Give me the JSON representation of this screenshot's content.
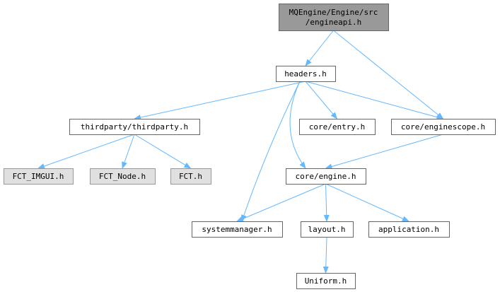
{
  "diagram": {
    "type": "include-dependency-graph",
    "colors": {
      "edge": "#63b8ff",
      "node_border": "#666666",
      "node_fill": "#ffffff",
      "root_fill": "#999999",
      "root_border": "#666666",
      "external_fill": "#e0e0e0",
      "external_border": "#999999"
    },
    "nodes": [
      {
        "id": "engineapi",
        "lines": [
          "MQEngine/Engine/src",
          "/engineapi.h"
        ],
        "style": "root"
      },
      {
        "id": "headers",
        "lines": [
          "headers.h"
        ],
        "style": "normal"
      },
      {
        "id": "thirdparty",
        "lines": [
          "thirdparty/thirdparty.h"
        ],
        "style": "normal"
      },
      {
        "id": "entry",
        "lines": [
          "core/entry.h"
        ],
        "style": "normal"
      },
      {
        "id": "enginescope",
        "lines": [
          "core/enginescope.h"
        ],
        "style": "normal"
      },
      {
        "id": "fct_imgui",
        "lines": [
          "FCT_IMGUI.h"
        ],
        "style": "external"
      },
      {
        "id": "fct_node",
        "lines": [
          "FCT_Node.h"
        ],
        "style": "external"
      },
      {
        "id": "fct",
        "lines": [
          "FCT.h"
        ],
        "style": "external"
      },
      {
        "id": "engine",
        "lines": [
          "core/engine.h"
        ],
        "style": "normal"
      },
      {
        "id": "systemmanager",
        "lines": [
          "systemmanager.h"
        ],
        "style": "normal"
      },
      {
        "id": "layout",
        "lines": [
          "layout.h"
        ],
        "style": "normal"
      },
      {
        "id": "application",
        "lines": [
          "application.h"
        ],
        "style": "normal"
      },
      {
        "id": "uniform",
        "lines": [
          "Uniform.h"
        ],
        "style": "normal"
      }
    ],
    "edges": [
      {
        "from": "engineapi",
        "to": "headers"
      },
      {
        "from": "engineapi",
        "to": "enginescope"
      },
      {
        "from": "headers",
        "to": "thirdparty"
      },
      {
        "from": "headers",
        "to": "entry"
      },
      {
        "from": "headers",
        "to": "enginescope"
      },
      {
        "from": "headers",
        "to": "engine"
      },
      {
        "from": "headers",
        "to": "systemmanager"
      },
      {
        "from": "thirdparty",
        "to": "fct_imgui"
      },
      {
        "from": "thirdparty",
        "to": "fct_node"
      },
      {
        "from": "thirdparty",
        "to": "fct"
      },
      {
        "from": "enginescope",
        "to": "engine"
      },
      {
        "from": "engine",
        "to": "systemmanager"
      },
      {
        "from": "engine",
        "to": "layout"
      },
      {
        "from": "engine",
        "to": "application"
      },
      {
        "from": "layout",
        "to": "uniform"
      }
    ]
  }
}
